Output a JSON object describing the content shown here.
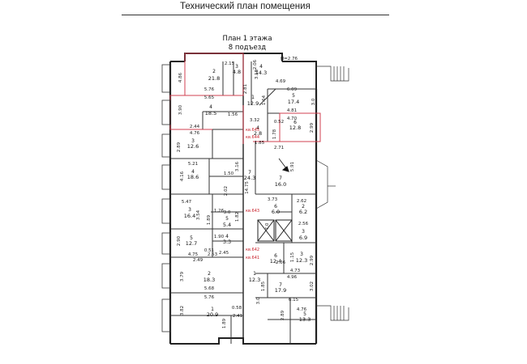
{
  "header": {
    "title": "Технический план помещения"
  },
  "plan": {
    "subtitle_line1": "План 1 этажа",
    "subtitle_line2": "8 подъезд",
    "height_mark": "Н=2.76",
    "unit_marks": [
      "кв.645",
      "кв.644",
      "кв.643",
      "кв.642",
      "кв.641"
    ],
    "room_labels": [
      {
        "n": "2",
        "a": "21.8"
      },
      {
        "n": "3",
        "a": "4.8"
      },
      {
        "n": "4",
        "a": "14.3"
      },
      {
        "n": "1",
        "a": "12.9"
      },
      {
        "n": "5",
        "a": "17.4"
      },
      {
        "n": "4",
        "a": "18.5"
      },
      {
        "n": "6",
        "a": "12.8"
      },
      {
        "n": "3",
        "a": "12.6"
      },
      {
        "n": "4",
        "a": "2.8"
      },
      {
        "n": "4",
        "a": "18.6"
      },
      {
        "n": "7",
        "a": "16.0"
      },
      {
        "n": "7",
        "a": "24.3"
      },
      {
        "n": "3",
        "a": "16.4"
      },
      {
        "n": "5",
        "a": "5.4"
      },
      {
        "n": "6",
        "a": "6.0"
      },
      {
        "n": "2",
        "a": "6.2"
      },
      {
        "n": "5",
        "a": "12.7"
      },
      {
        "n": "4",
        "a": "3.3"
      },
      {
        "n": "3",
        "a": "6.9"
      },
      {
        "n": "2",
        "a": "18.3"
      },
      {
        "n": "1",
        "a": "12.3"
      },
      {
        "n": "3",
        "a": "12.3"
      },
      {
        "n": "7",
        "a": "17.9"
      },
      {
        "n": "6",
        "a": "12.4"
      },
      {
        "n": "1",
        "a": "20.9"
      },
      {
        "n": "5",
        "a": "13.3"
      }
    ],
    "dimensions": [
      "5.76",
      "5.65",
      "4.86",
      "2.15",
      "2.06",
      "3.18",
      "4.69",
      "6.09",
      "4.81",
      "3.0",
      "3.90",
      "1.56",
      "2.81",
      "4.70",
      "2.99",
      "2.44",
      "3.32",
      "1.64",
      "0.52",
      "1.78",
      "4.76",
      "2.71",
      "5.91",
      "2.89",
      "5.21",
      "4.16",
      "1.50",
      "3.16",
      "14.75",
      "1.85",
      "3.73",
      "2.62",
      "5.47",
      "3.54",
      "2.02",
      "1.26",
      "2.56",
      "1.89",
      "3.0",
      "1.82",
      "7.0",
      "1.90",
      "2.99",
      "2.90",
      "4.75",
      "2.49",
      "0.51",
      "1.15",
      "2.45",
      "4.73",
      "2.53",
      "2.06",
      "3.79",
      "5.68",
      "4.96",
      "1.85",
      "3.02",
      "5.76",
      "6.15",
      "3.82",
      "0.58",
      "4.76",
      "2.41",
      "1.89",
      "2.89",
      "3.0"
    ]
  }
}
